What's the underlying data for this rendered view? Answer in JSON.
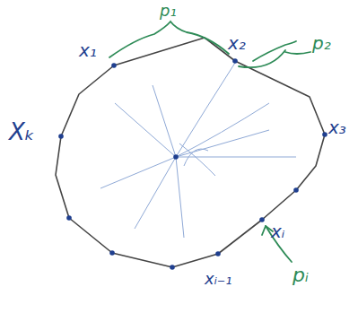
{
  "diagram": {
    "labels": [
      "p₁",
      "x₁",
      "x₂",
      "p₂",
      "x₃",
      "Xₖ",
      "xᵢ",
      "xᵢ₋₁",
      "pᵢ"
    ]
  }
}
